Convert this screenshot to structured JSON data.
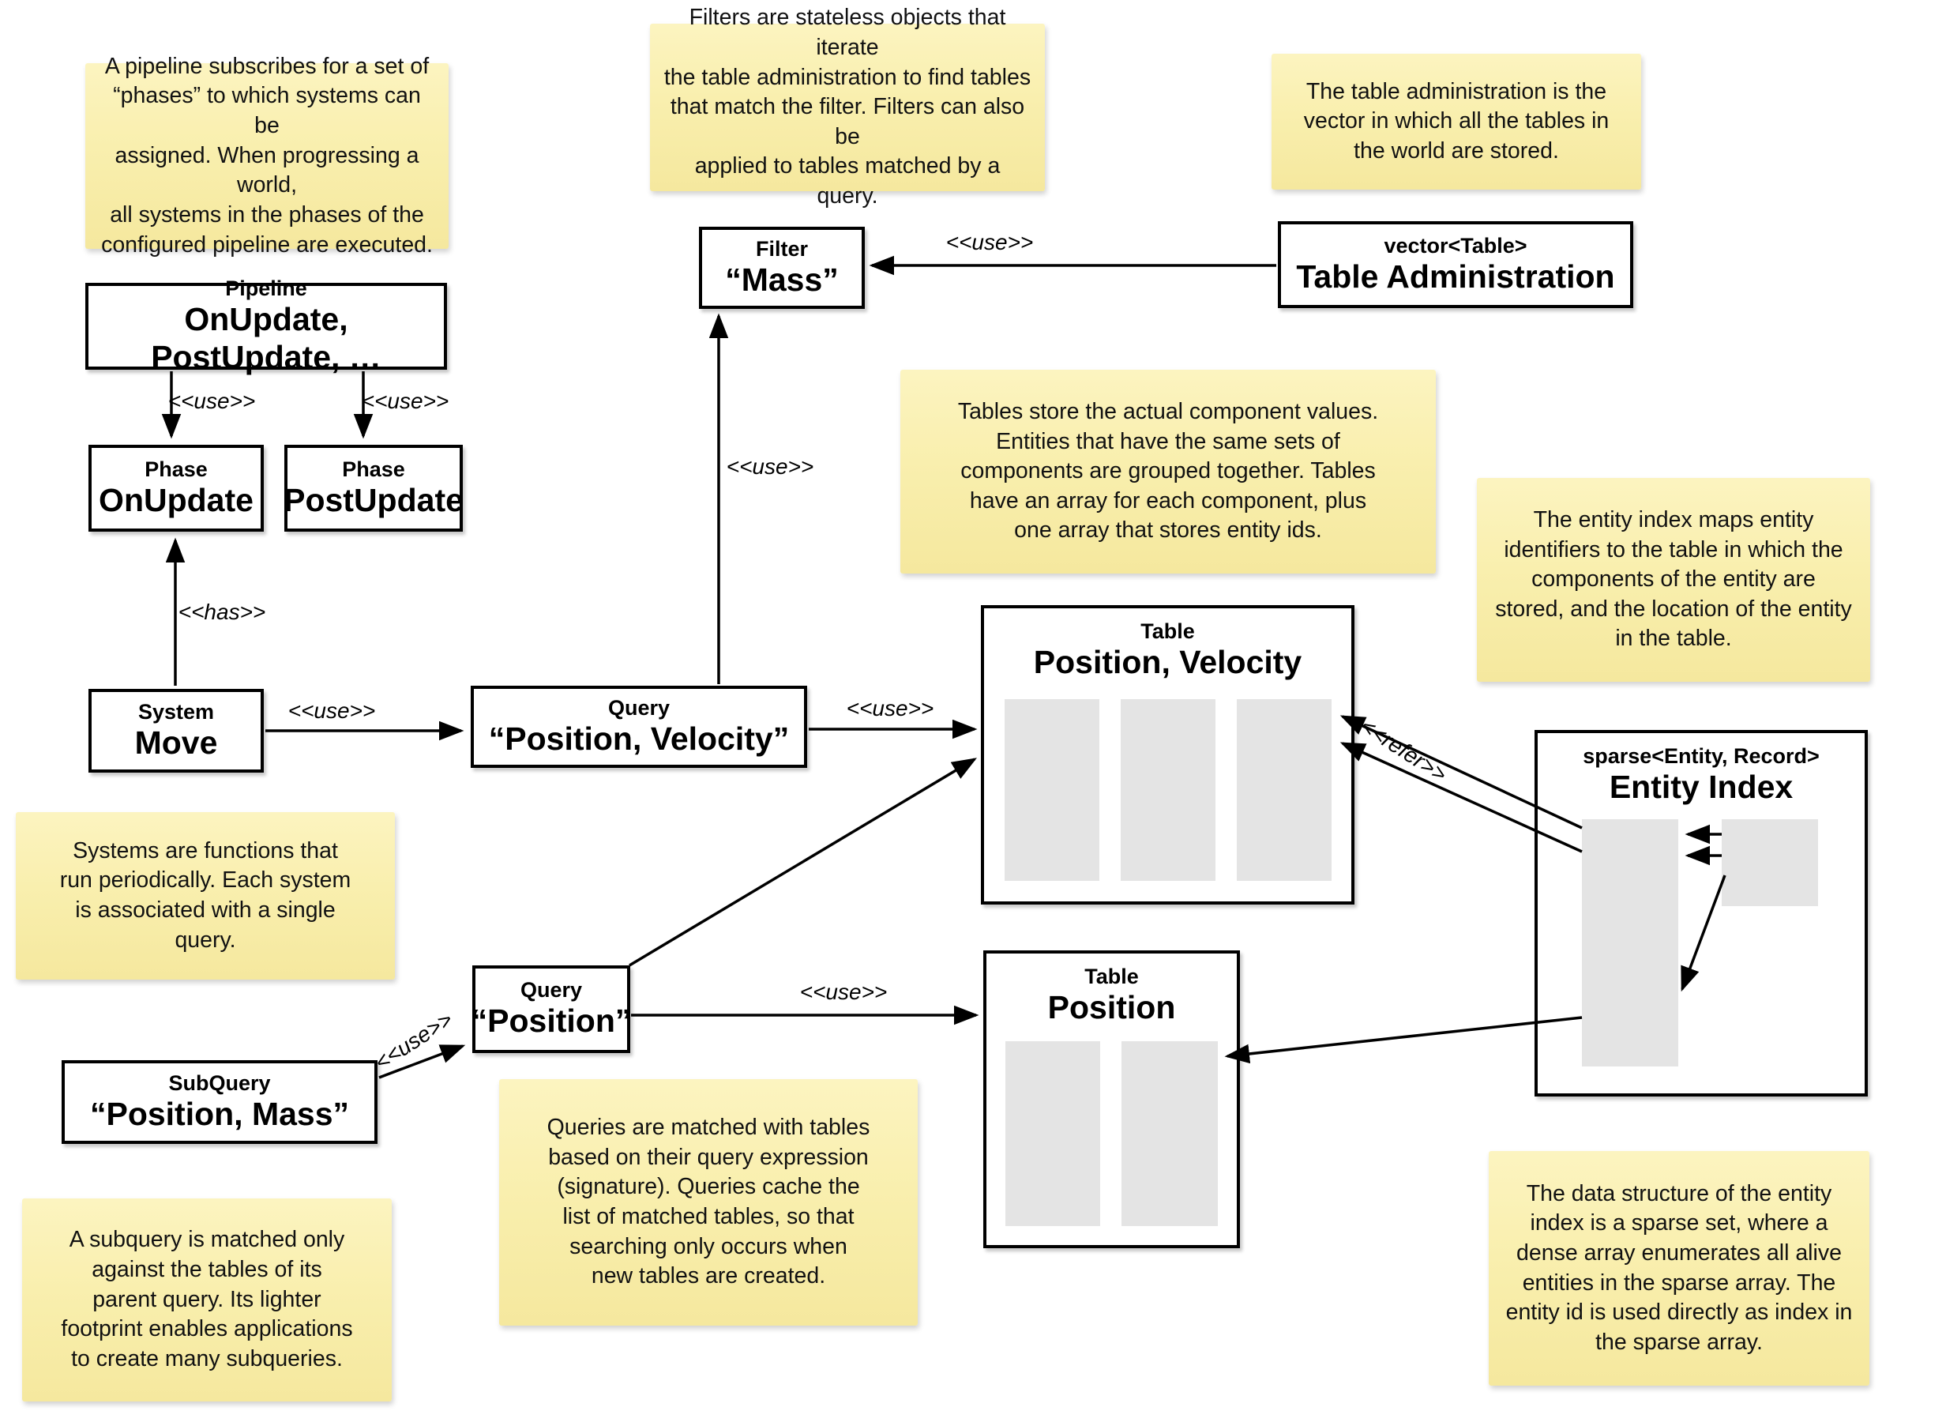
{
  "notes": {
    "pipeline": "A pipeline subscribes for a set of\n“phases” to which systems can be\nassigned. When progressing a world,\nall systems in the phases of the\nconfigured pipeline are executed.",
    "filters": "Filters are stateless objects that iterate\nthe table administration to find tables\nthat match the filter. Filters can also be\napplied to tables matched by a query.",
    "table_admin": "The table administration is the\nvector in which all the tables in\nthe world are stored.",
    "tables": "Tables store the actual component values.\nEntities that have the same sets of\ncomponents are grouped together. Tables\nhave an array for each component, plus\none array that stores entity ids.",
    "entity_index": "The entity index maps entity\nidentifiers to the table in which the\ncomponents of the entity are\nstored, and the location of the entity\nin the table.",
    "systems": "Systems are functions that\nrun periodically. Each system\nis associated with a single\nquery.",
    "queries": "Queries are matched with tables\nbased on their query expression\n(signature). Queries cache the\nlist of matched tables, so that\nsearching only occurs when\nnew tables are created.",
    "subquery": "A subquery is matched only\nagainst the tables of its\nparent query. Its lighter\nfootprint enables applications\nto create many subqueries.",
    "sparse": "The data structure of the entity\nindex is a sparse set, where a\ndense array enumerates all alive\nentities in the sparse array. The\nentity id is used directly as index in\nthe sparse array."
  },
  "boxes": {
    "pipeline": {
      "stereotype": "Pipeline",
      "name": "OnUpdate, PostUpdate, …"
    },
    "phase_onupdate": {
      "stereotype": "Phase",
      "name": "OnUpdate"
    },
    "phase_postupdate": {
      "stereotype": "Phase",
      "name": "PostUpdate"
    },
    "system_move": {
      "stereotype": "System",
      "name": "Move"
    },
    "query_pv": {
      "stereotype": "Query",
      "name": "“Position, Velocity”"
    },
    "filter_mass": {
      "stereotype": "Filter",
      "name": "“Mass”"
    },
    "table_admin": {
      "stereotype": "vector<Table>",
      "name": "Table Administration"
    },
    "query_p": {
      "stereotype": "Query",
      "name": "“Position”"
    },
    "subquery": {
      "stereotype": "SubQuery",
      "name": "“Position, Mass”"
    },
    "table_pv": {
      "stereotype": "Table",
      "name": "Position, Velocity"
    },
    "table_p": {
      "stereotype": "Table",
      "name": "Position"
    },
    "entity_index": {
      "stereotype": "sparse<Entity, Record>",
      "name": "Entity Index"
    }
  },
  "edge_labels": {
    "use": "<<use>>",
    "has": "<<has>>",
    "refer": "<<refer>>"
  },
  "colors": {
    "note_top": "#fcf4c0",
    "note_bottom": "#f5e89e",
    "array_fill": "#e4e4e4",
    "line": "#000000",
    "background": "#ffffff"
  }
}
